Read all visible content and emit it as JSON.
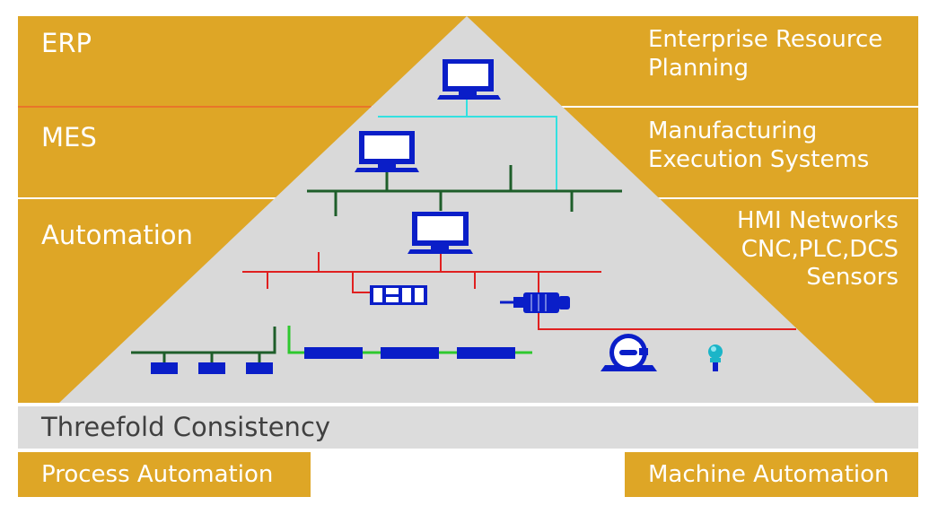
{
  "tiers": {
    "erp": {
      "short": "ERP",
      "long": [
        "Enterprise Resource",
        "Planning"
      ]
    },
    "mes": {
      "short": "MES",
      "long": [
        "Manufacturing",
        "Execution Systems"
      ]
    },
    "automation": {
      "short": "Automation",
      "long": [
        "HMI Networks",
        "CNC,PLC,DCS",
        "Sensors"
      ]
    }
  },
  "consistency_label": "Threefold Consistency",
  "footer": {
    "left": "Process Automation",
    "right": "Machine Automation"
  },
  "colors": {
    "gold": "#DEA626",
    "pyramid": "#D9D9D9",
    "band": "#DCDCDC",
    "erp_link": "#33E0E0",
    "mes_bus": "#1E5E2A",
    "field_bus": "#E02020",
    "process_bus": "#2EC82E",
    "device_blue": "#0A1EC8"
  },
  "icons": [
    "erp-computer-icon",
    "mes-computer-icon",
    "hmi-computer-icon",
    "plc-module-icon",
    "motor-icon",
    "pump-icon",
    "sensor-icon",
    "io-module-icon",
    "drive-unit-icon"
  ]
}
